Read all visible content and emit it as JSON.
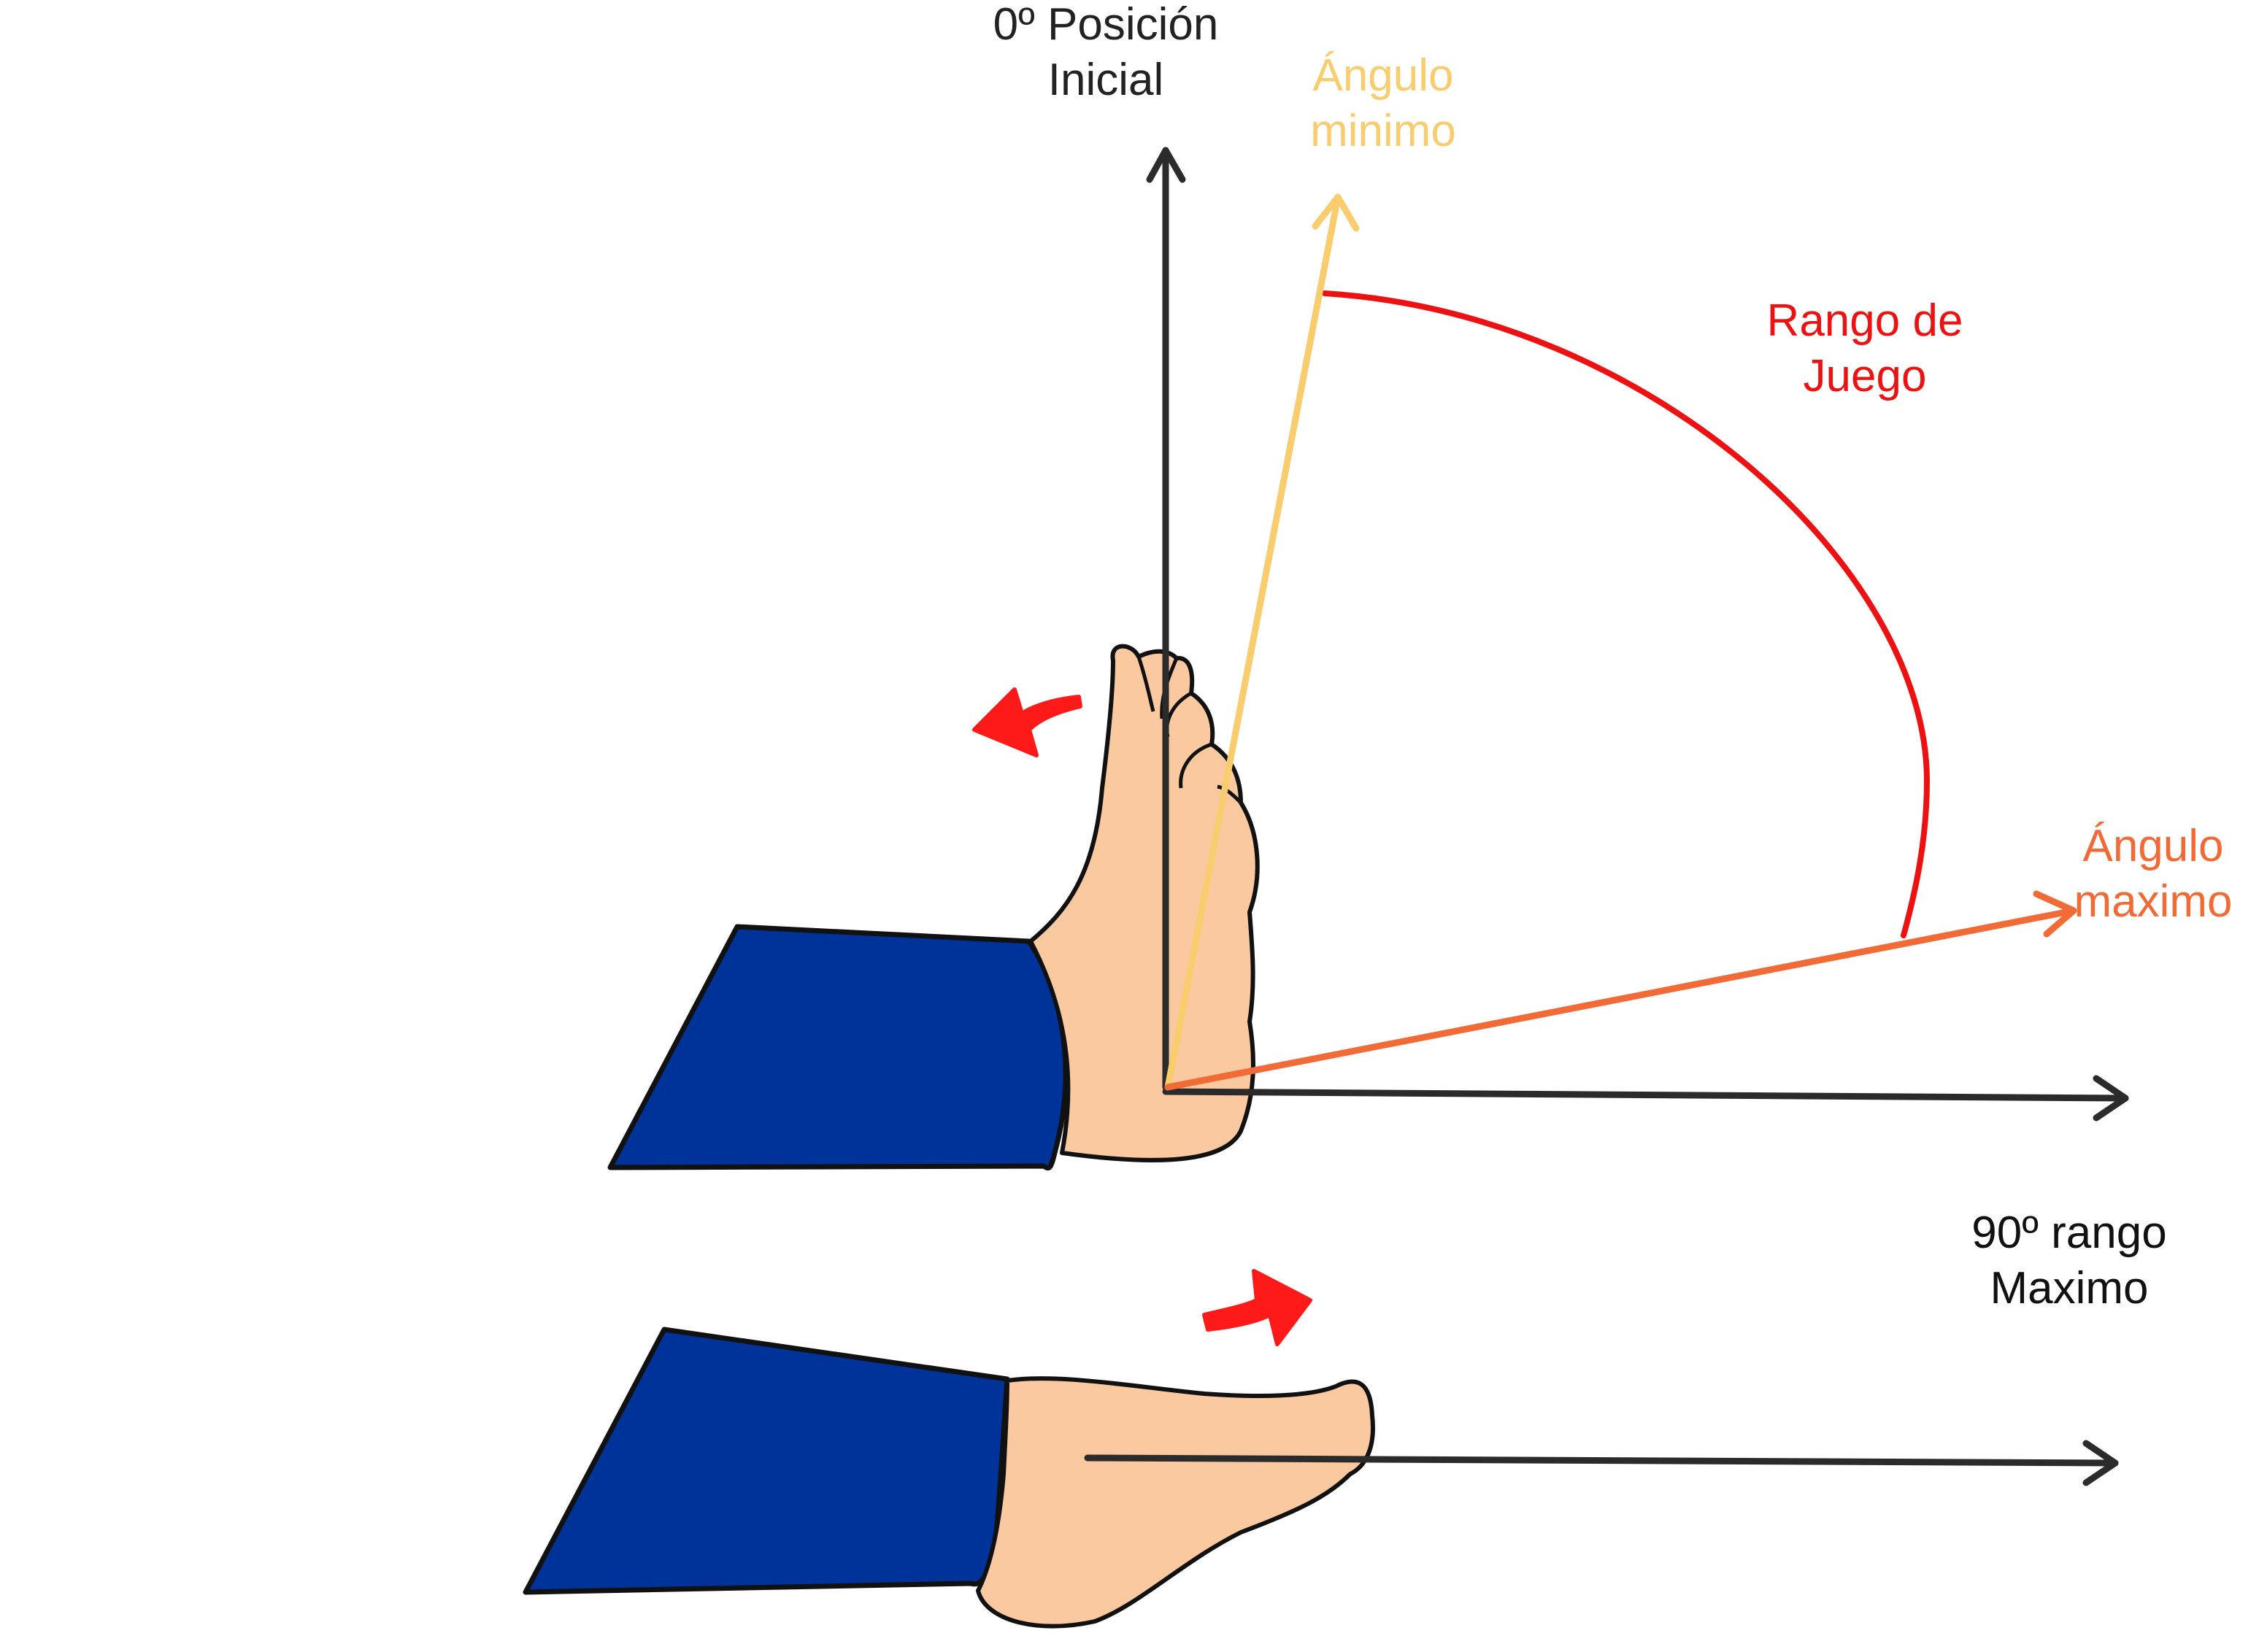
{
  "colors": {
    "axis": "#2b2b2b",
    "min_angle": "#f9cc6e",
    "max_angle": "#f26a36",
    "range_arc": "#ee1111",
    "motion_arrow": "#ff1a1a",
    "skin": "#fac9a0",
    "pants": "#003399",
    "text_dark": "#222222"
  },
  "labels": {
    "initial_position": {
      "line1": "0º Posición",
      "line2": "Inicial"
    },
    "min_angle": {
      "line1": "Ángulo",
      "line2": "minimo"
    },
    "game_range": {
      "line1": "Rango de",
      "line2": "Juego"
    },
    "max_angle": {
      "line1": "Ángulo",
      "line2": "maximo"
    },
    "max_range": {
      "line1": "90º rango",
      "line2": "Maximo"
    }
  },
  "icons": {
    "top_motion": "curved-arrow-left-icon",
    "bottom_motion": "curved-arrow-right-icon"
  }
}
